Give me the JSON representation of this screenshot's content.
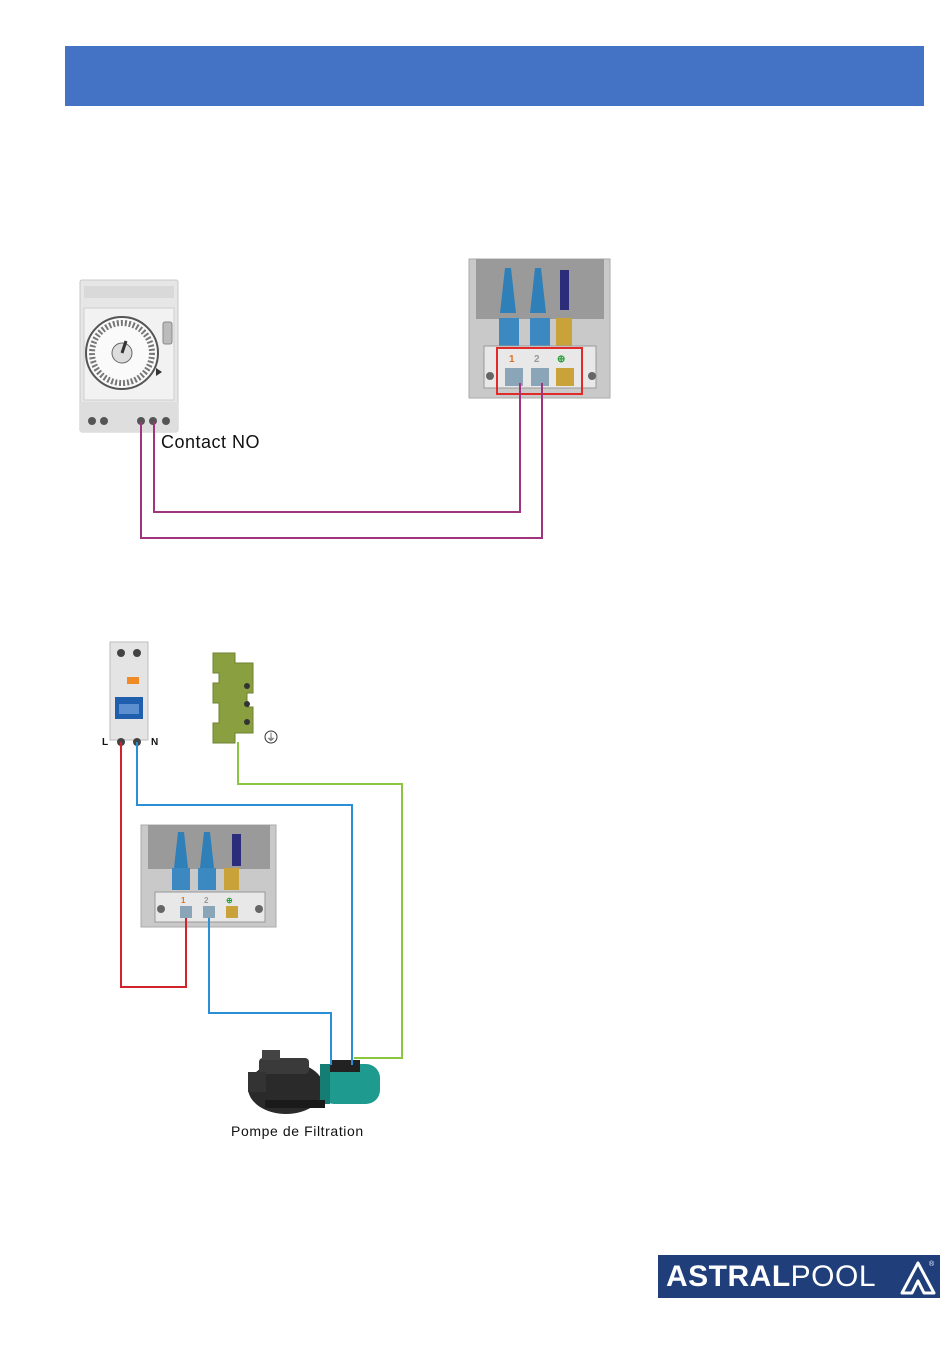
{
  "diagram1": {
    "contact_label": "Contact NO",
    "terminal_labels": [
      "1",
      "2",
      "⊕"
    ]
  },
  "diagram2": {
    "breaker_labels": {
      "line": "L",
      "neutral": "N"
    },
    "earth_symbol": "⏚",
    "pump_label": "Pompe de Filtration",
    "terminal_labels": [
      "1",
      "2",
      "⊕"
    ]
  },
  "logo": {
    "bold_part": "ASTRAL",
    "regular_part": "POOL",
    "registered": "®"
  },
  "colors": {
    "header": "#4472c4",
    "wire_contact": "#a0357e",
    "wire_live": "#d2232a",
    "wire_neutral": "#2b8fd6",
    "wire_earth": "#8cc63f",
    "logo_bg": "#1f3e7a"
  }
}
